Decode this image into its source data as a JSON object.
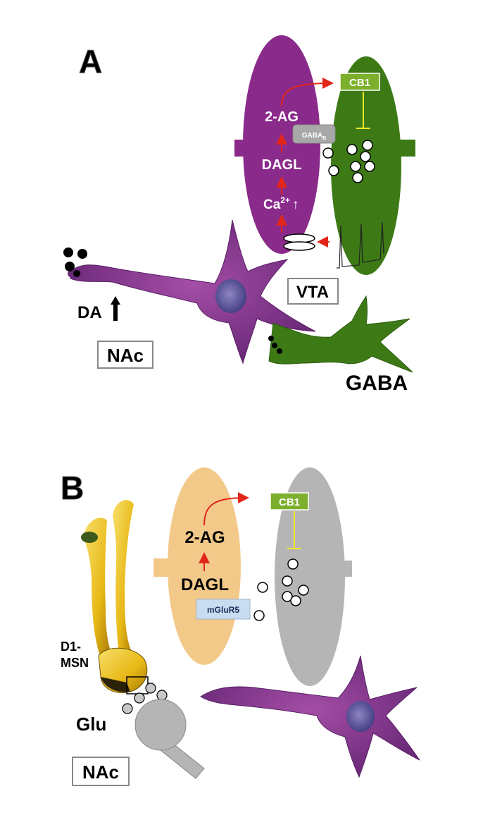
{
  "panel_a": {
    "letter": "A",
    "two_ag": "2-AG",
    "dagl": "DAGL",
    "ca_base": "Ca",
    "ca_sup": "2+",
    "ca_arrow": "↑",
    "cb1": "CB1",
    "gabab_base": "GABA",
    "gabab_sub": "B",
    "vta": "VTA",
    "da": "DA",
    "nac": "NAc",
    "gaba": "GABA"
  },
  "panel_b": {
    "letter": "B",
    "two_ag": "2-AG",
    "dagl": "DAGL",
    "cb1": "CB1",
    "mglur5": "mGluR5",
    "d1_line1": "D1-",
    "d1_line2": "MSN",
    "glu": "Glu",
    "nac": "NAc"
  },
  "colors": {
    "purple_neuron": "#8a2a8a",
    "green_neuron": "#3d7a16",
    "orange_neuron": "#f3c98a",
    "gray_neuron": "#b5b5b5",
    "cb1_box": "#7cb02c",
    "red_arrow": "#e2261a",
    "inhibit_bar": "#f2e62a",
    "mglur5_box": "#c9dcf0"
  }
}
